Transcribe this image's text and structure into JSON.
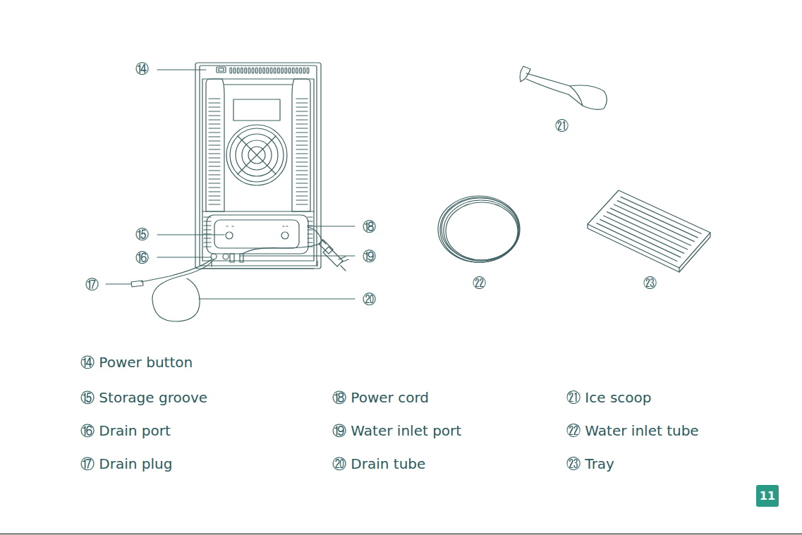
{
  "diagram": {
    "nodes": [
      {
        "text": [
          "11"
        ]
      }
    ],
    "edges": [],
    "labels": [
      "⑭",
      "⑮",
      "⑯",
      "⑰",
      "⑱",
      "⑲",
      "⑳",
      "㉑",
      "㉒",
      "㉓",
      "⑭ Power button",
      "⑮ Storage groove",
      "⑯ Drain port",
      "⑰ Drain plug",
      "⑱ Power cord",
      "⑲ Water inlet port",
      "⑳ Drain tube",
      "㉑ Ice scoop",
      "㉒ Water inlet tube",
      "㉓ Tray"
    ]
  }
}
